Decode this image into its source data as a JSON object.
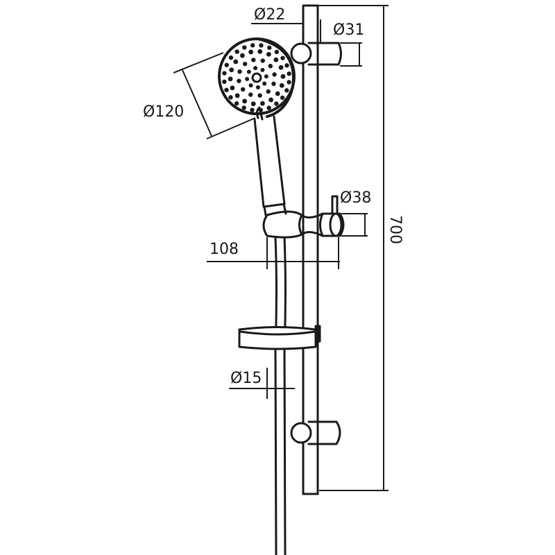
{
  "dimensions": {
    "rail_diameter": "Ø22",
    "bracket_diameter": "Ø31",
    "head_diameter": "Ø120",
    "holder_diameter": "Ø38",
    "holder_projection": "108",
    "hose_diameter": "Ø15",
    "rail_length": "700"
  },
  "colors": {
    "line": "#1a1a1a",
    "background": "#ffffff"
  }
}
